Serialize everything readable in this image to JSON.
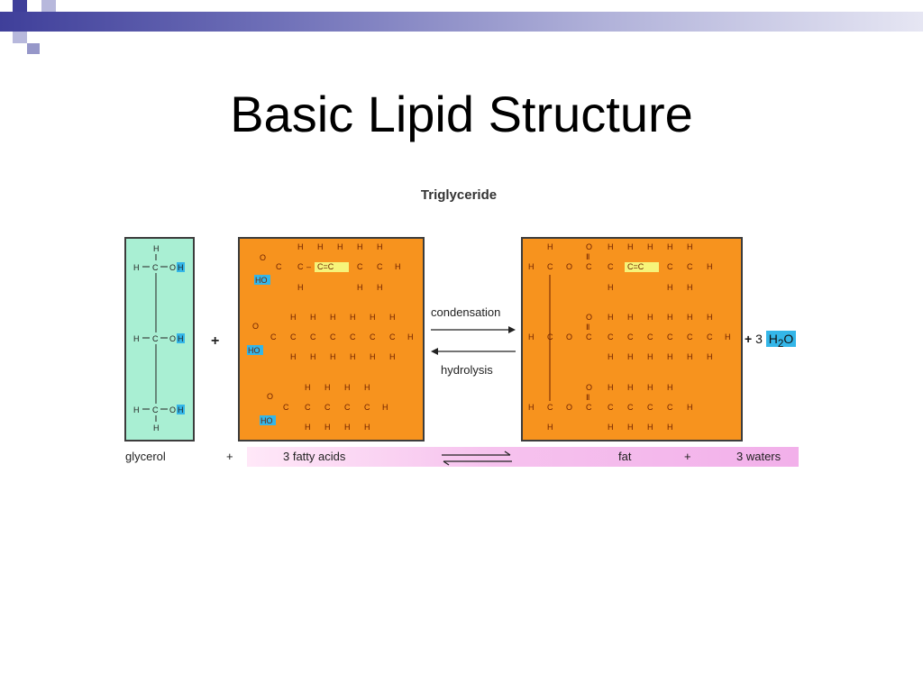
{
  "slide": {
    "title": "Basic Lipid Structure"
  },
  "figure": {
    "title": "Triglyceride",
    "plus_sign": "+",
    "arrow_forward_label": "condensation",
    "arrow_reverse_label": "hydrolysis",
    "water_product": {
      "plus": "+",
      "count": "3",
      "formula_main": "H",
      "formula_sub": "2",
      "formula_end": "O"
    },
    "summary": {
      "glycerol": "glycerol",
      "plus1": "+",
      "fatty_acids": "3 fatty acids",
      "fat": "fat",
      "plus2": "+",
      "waters": "3 waters"
    },
    "colors": {
      "glycerol_fill": "#a9efd3",
      "fatty_acid_fill": "#f7931e",
      "highlight_oh": "#34b6e8",
      "double_bond_highlight": "#f6f47a",
      "summary_band": "#f2b0ea"
    }
  }
}
